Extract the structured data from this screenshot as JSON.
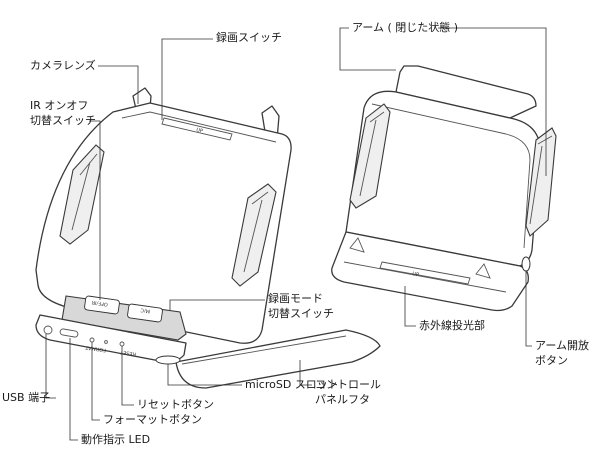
{
  "labels": {
    "rec_switch": "録画スイッチ",
    "camera_lens": "カメラレンズ",
    "ir_switch_line1": "IR オンオフ",
    "ir_switch_line2": "切替スイッチ",
    "rec_mode_line1": "録画モード",
    "rec_mode_line2": "切替スイッチ",
    "arm_closed": "アーム ( 閉じた状態 )",
    "ir_emitter": "赤外線投光部",
    "arm_release_line1": "アーム開放",
    "arm_release_line2": "ボタン",
    "usb": "USB 端子",
    "microsd": "microSD スロット",
    "reset": "リセットボタン",
    "format": "フォーマットボタン",
    "led": "動作指示 LED",
    "panel_line1": "コントロール",
    "panel_line2": "パネルフタ"
  },
  "device_marks": {
    "up_left": "UP",
    "up_right": "UP",
    "off_ir": "OFF/IR",
    "m_c": "M/C",
    "format": "FORMAT",
    "reset": "RESET"
  }
}
